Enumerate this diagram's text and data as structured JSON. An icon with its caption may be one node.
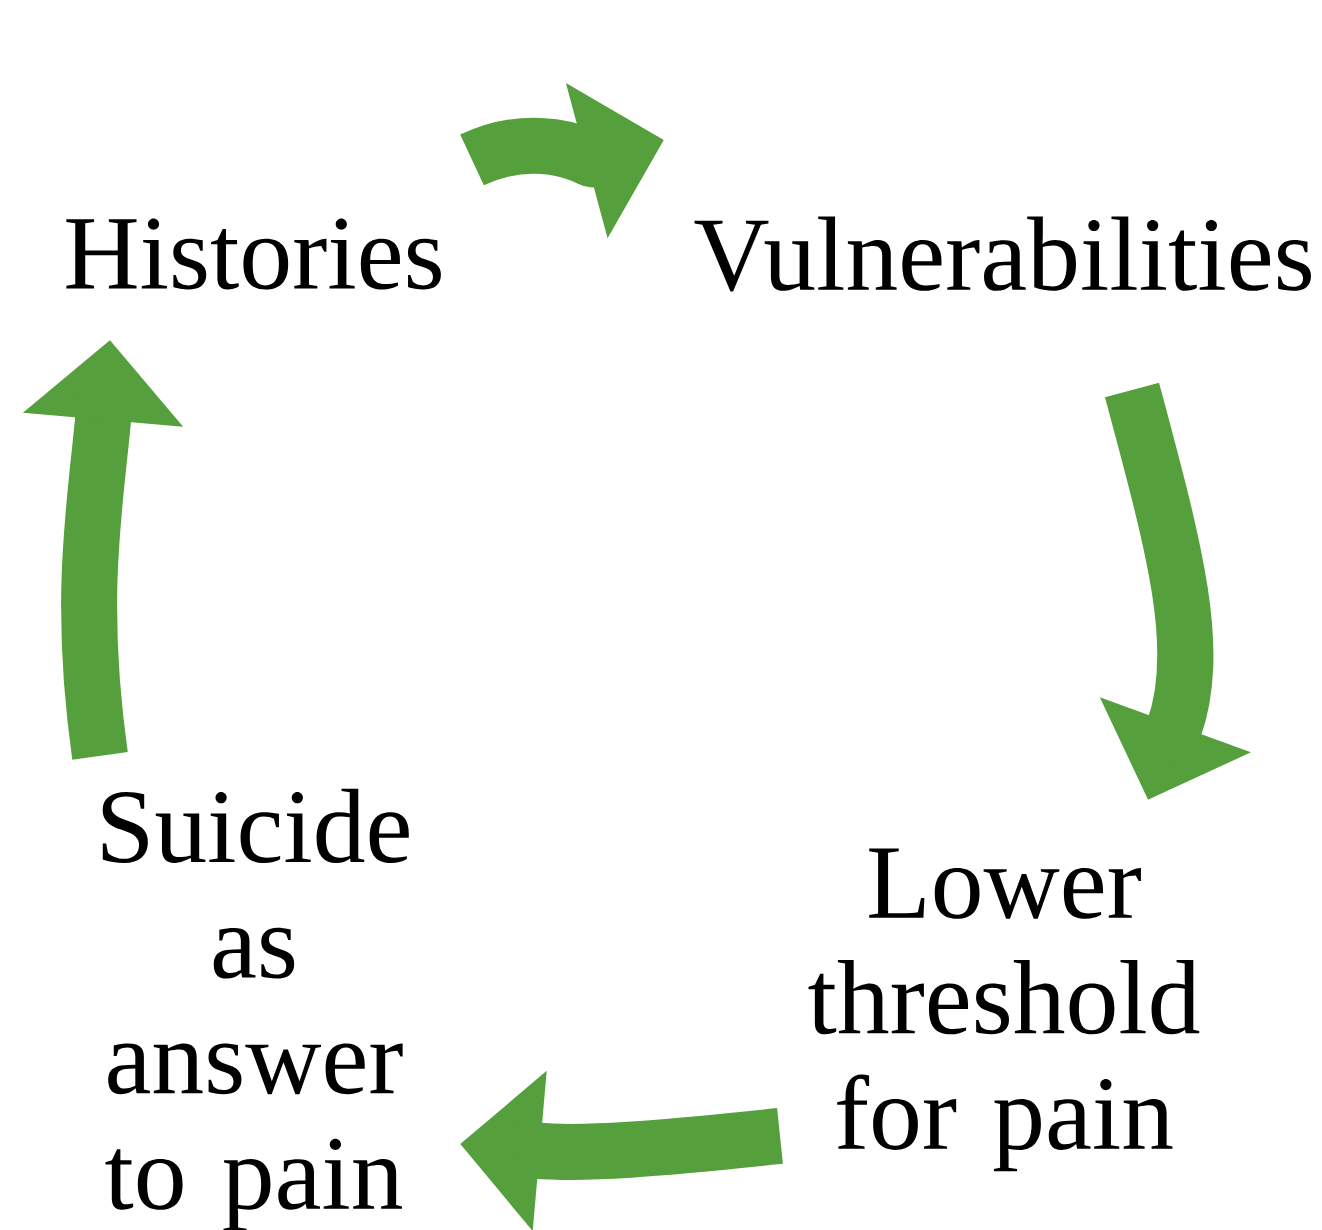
{
  "diagram": {
    "nodes": [
      {
        "text": [
          "Histories"
        ]
      },
      {
        "text": [
          "Vulnerabilities"
        ]
      },
      {
        "text": [
          "Lower threshold for pain"
        ]
      },
      {
        "text": [
          "Suicide as answer to pain"
        ]
      }
    ],
    "edges": [
      {
        "from": 0,
        "to": 1,
        "arrow": "to"
      },
      {
        "from": 1,
        "to": 2,
        "arrow": "to"
      },
      {
        "from": 2,
        "to": 3,
        "arrow": "to"
      },
      {
        "from": 3,
        "to": 0,
        "arrow": "to"
      }
    ]
  }
}
